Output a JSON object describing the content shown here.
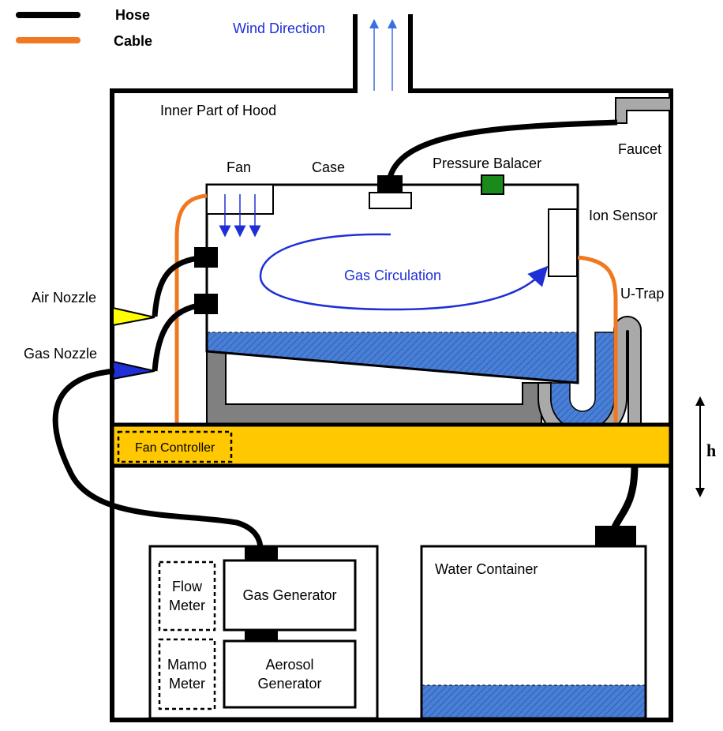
{
  "legend": {
    "hose": "Hose",
    "cable": "Cable"
  },
  "labels": {
    "wind_direction": "Wind Direction",
    "inner_part_of_hood": "Inner Part of Hood",
    "faucet": "Faucet",
    "fan": "Fan",
    "case": "Case",
    "pressure_balancer": "Pressure Balacer",
    "ion_sensor": "Ion Sensor",
    "gas_circulation": "Gas Circulation",
    "u_trap": "U-Trap",
    "air_nozzle": "Air Nozzle",
    "gas_nozzle": "Gas Nozzle",
    "fan_controller": "Fan Controller",
    "height": "h",
    "flow_meter": [
      "Flow",
      "Meter"
    ],
    "gas_generator": "Gas Generator",
    "mamo_meter": [
      "Mamo",
      "Meter"
    ],
    "aerosol_generator": [
      "Aerosol",
      "Generator"
    ],
    "water_container": "Water Container"
  },
  "colors": {
    "hose": "#000000",
    "cable": "#f07820",
    "wind_arrow": "#3a6fe0",
    "label_blue": "#1f2fd6",
    "shelf": "#ffc800",
    "water": "#4a7fd6",
    "stand": "#808080",
    "pressure_balancer": "#1a8a1a",
    "air_nozzle": "#ffff00",
    "gas_nozzle": "#1f2fd6"
  }
}
